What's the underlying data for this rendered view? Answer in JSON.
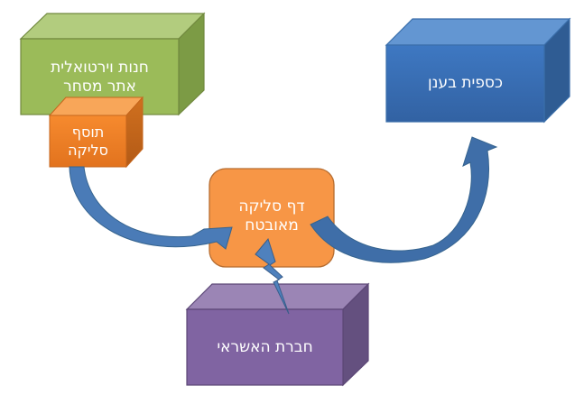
{
  "diagram": {
    "nodes": {
      "virtual_store": {
        "lines": [
          "חנות וירטואלית",
          "אתר מסחר"
        ],
        "colors": {
          "front": "#9BBB59",
          "top": "#B2CC7E",
          "side": "#7C9B45",
          "stroke": "#71893F"
        }
      },
      "clearing_plugin": {
        "lines": [
          "תוסף",
          "סליקה"
        ],
        "colors": {
          "front": "#F0822B",
          "top": "#F8A659",
          "side": "#C8661C",
          "stroke": "#C5651C"
        }
      },
      "secure_clearing_page": {
        "lines": [
          "דף סליקה",
          "מאובטח"
        ],
        "colors": {
          "fill": "#F79646",
          "stroke": "#B66D31"
        }
      },
      "credit_company": {
        "lines": [
          "חברת האשראי"
        ],
        "colors": {
          "front": "#8064A2",
          "top": "#9B85B5",
          "side": "#64507F",
          "stroke": "#5C4776"
        }
      },
      "cloud_wallet": {
        "lines": [
          "כספית בענן"
        ],
        "colors": {
          "front": "#3E74B8",
          "top": "#6396D2",
          "side": "#2F5C93",
          "stroke": "#3A6EAA"
        }
      }
    },
    "connectors": {
      "plugin_to_page": {
        "type": "curved-arrow",
        "color": "#4A7BB7",
        "stroke": "#36648F"
      },
      "page_to_wallet": {
        "type": "curved-arrow",
        "color": "#4A7BB7",
        "stroke": "#36648F"
      },
      "page_to_credit": {
        "type": "lightning-bolt",
        "color": "#4F81BD",
        "stroke": "#385D8A"
      }
    }
  }
}
